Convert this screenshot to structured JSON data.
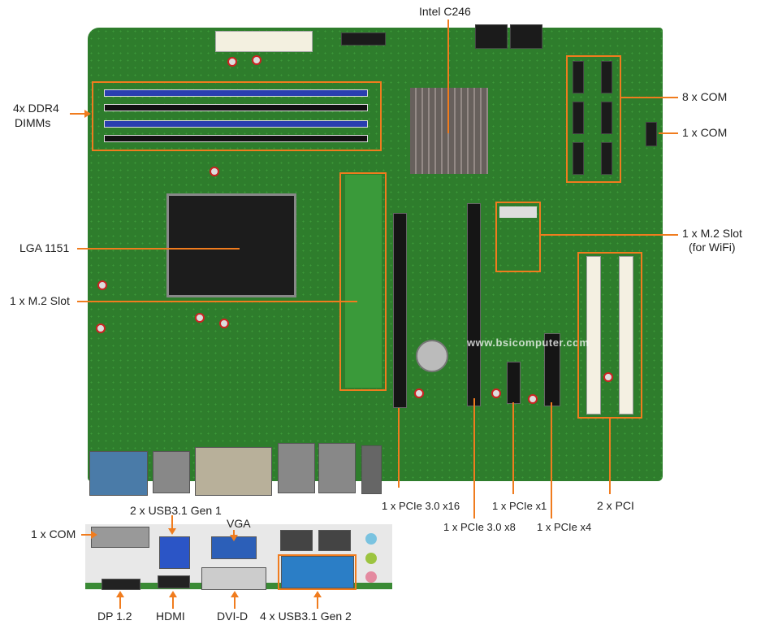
{
  "labels": {
    "chipset": "Intel C246",
    "dimm_line1": "4x DDR4",
    "dimm_line2": "DIMMs",
    "com8": "8 x COM",
    "com1_right": "1 x COM",
    "cpu": "LGA 1151",
    "m2_wifi_line1": "1 x M.2 Slot",
    "m2_wifi_line2": "(for WiFi)",
    "m2": "1 x M.2 Slot",
    "pcie16": "1 x PCIe 3.0  x16",
    "pcie8": "1 x PCIe 3.0 x8",
    "pcie1": "1 x PCIe  x1",
    "pcie4": "1 x PCIe x4",
    "pci": "2 x PCI",
    "usb_gen1": "2 x USB3.1 Gen 1",
    "vga": "VGA",
    "com1_rear": "1 x COM",
    "dp": "DP 1.2",
    "hdmi": "HDMI",
    "dvi": "DVI-D",
    "usb_gen2": "4 x USB3.1 Gen 2"
  },
  "watermark": "www.bsicomputer.com",
  "colors": {
    "accent": "#f07c1e",
    "board": "#2e7d2c"
  }
}
